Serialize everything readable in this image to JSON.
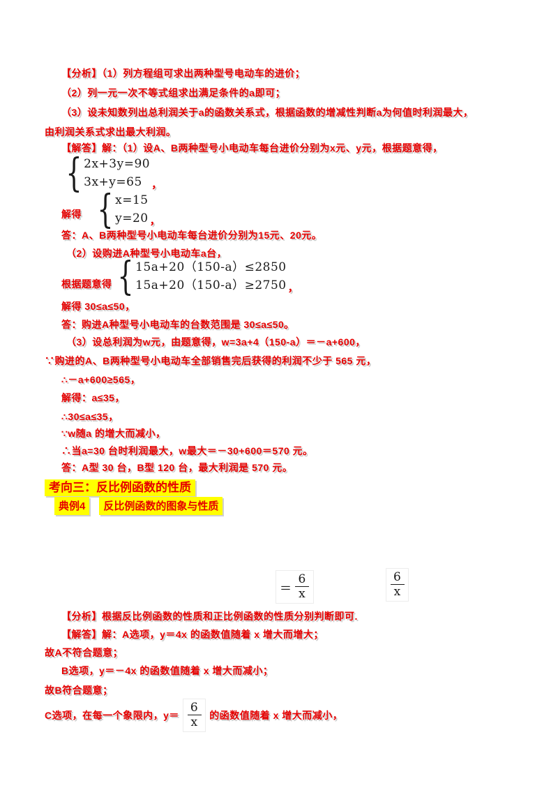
{
  "palette": {
    "red": "#e60000",
    "yellow": "#ffff00",
    "formula_black": "#1a1a1a",
    "background": "#ffffff"
  },
  "analysis": {
    "l1": "【分析】（1）列方程组可求出两种型号电动车的进价；",
    "l2": "（2）列一元一次不等式组求出满足条件的a即可；",
    "l3": "（3）设未知数列出总利润关于a的函数关系式，根据函数的增减性判断a为何值时利润最大，",
    "l4": "由利润关系式求出最大利润。"
  },
  "sol1": {
    "intro": "【解答】解：（1）设A、B两种型号小电动车每台进价分别为x元、y元，根据题意得，",
    "sys1": {
      "eq1": "2x+3y=90",
      "eq2": "3x+y=65",
      "tail": "，"
    },
    "solve_label": "解得",
    "sys2": {
      "eq1": "x=15",
      "eq2": "y=20",
      "tail": "，"
    },
    "ans1": "答：A、B两种型号小电动车每台进价分别为15元、20元。",
    "p2": "（2）设购进A种型号小电动车a台，",
    "by_meaning": "根据题意得",
    "sys3": {
      "eq1": "15a+20（150-a）≤2850",
      "eq2": "15a+20（150-a）≥2750",
      "tail": "，"
    },
    "solve2": "解得 30≤a≤50，",
    "ans2": "答：购进A种型号小电动车的台数范围是 30≤a≤50。",
    "p3": "（3）设总利润为w元，由题意得，w=3a+4（150-a）＝－a+600，",
    "since1": "∵购进的A、B两种型号小电动车全部销售完后获得的利润不少于 565 元，",
    "so1": "∴－a+600≥565，",
    "solve3": "解得：a≤35，",
    "so2": "∴30≤a≤35，",
    "since2": "∵w随a 的增大而减小，",
    "so3": "∴当a=30 台时利润最大，w最大＝－30+600＝570 元。",
    "ans3": "答：A型 30 台，B型 120 台，最大利润是 570 元。"
  },
  "section": {
    "heading": "考向三：反比例函数的性质",
    "example_label": "典例4",
    "example_title": "反比例函数的图象与性质"
  },
  "formulas": {
    "eq_prefix": "＝",
    "frac1": {
      "num": "6",
      "den": "x"
    },
    "frac2": {
      "num": "6",
      "den": "x"
    }
  },
  "sol2": {
    "analysis": "【分析】根据反比例函数的性质和正比例函数的性质分别判断即可.",
    "a1": "【解答】解：A选项，y＝4x 的函数值随着 x 增大而增大；",
    "a2": "故A不符合题意；",
    "b1": "B选项，y＝－4x 的函数值随着 x 增大而减小；",
    "b2": "故B符合题意；",
    "c_pre": "C选项，在每一个象限内，y＝",
    "c_frac": {
      "num": "6",
      "den": "x"
    },
    "c_post": "的函数值随着 x 增大而减小，"
  }
}
